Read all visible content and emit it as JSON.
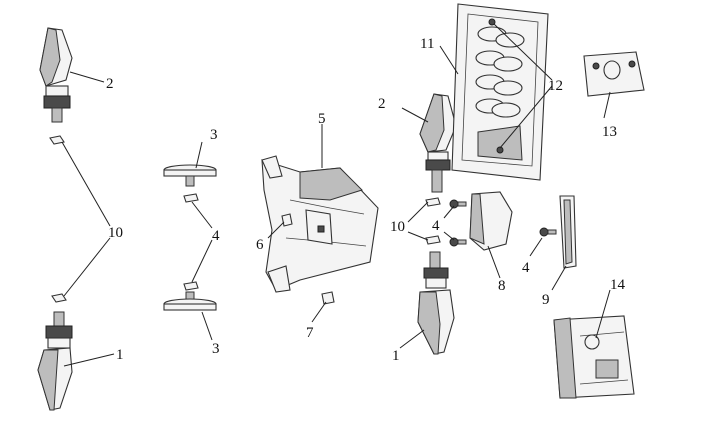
{
  "diagram": {
    "callouts": {
      "c1_left": "1",
      "c1_right": "1",
      "c2_left": "2",
      "c2_right": "2",
      "c3_top": "3",
      "c3_bottom": "3",
      "c4_mid": "4",
      "c4_right_upper": "4",
      "c4_right_lower": "4",
      "c5": "5",
      "c6": "6",
      "c7": "7",
      "c8": "8",
      "c9": "9",
      "c10_left": "10",
      "c10_right": "10",
      "c11": "11",
      "c12": "12",
      "c13": "13",
      "c14": "14"
    }
  }
}
